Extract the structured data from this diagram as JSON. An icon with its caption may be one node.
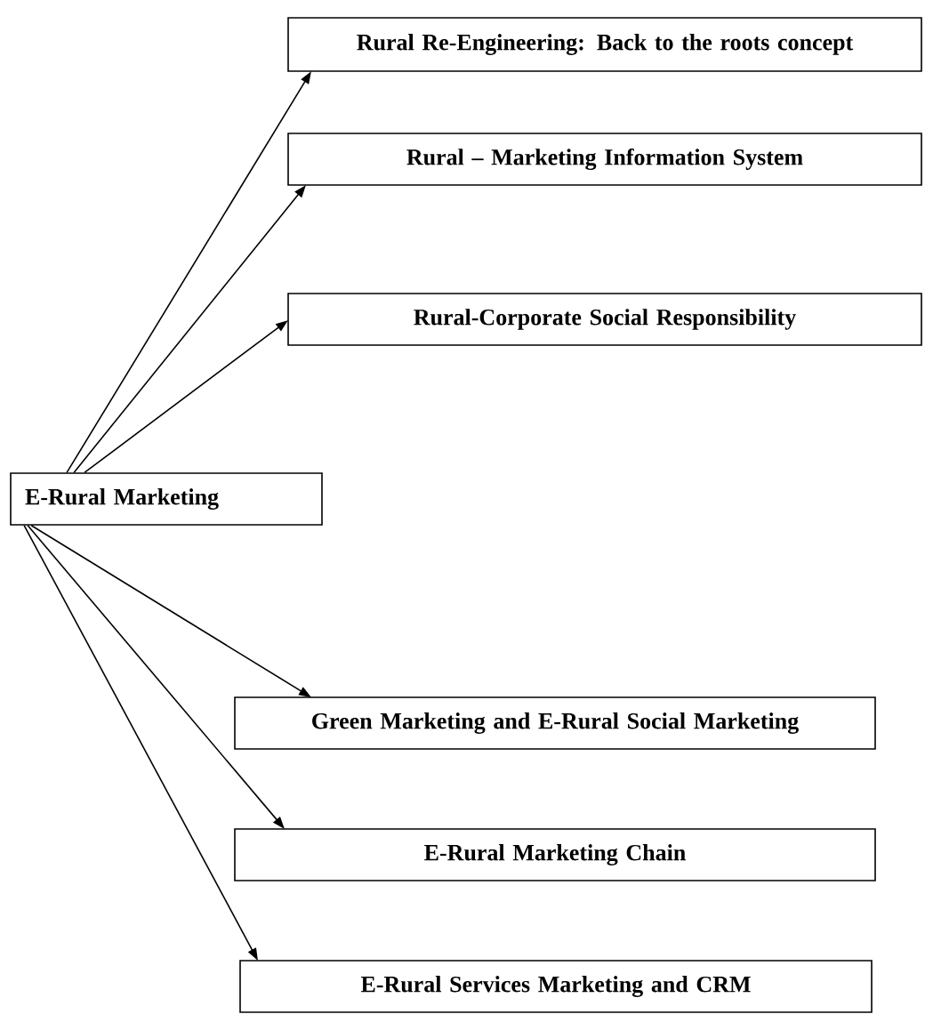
{
  "diagram": {
    "nodes": [
      {
        "text": [
          "E-Rural Marketing"
        ]
      },
      {
        "text": [
          "Rural Re-Engineering: Back to the roots concept"
        ]
      },
      {
        "text": [
          "Rural – Marketing Information System"
        ]
      },
      {
        "text": [
          "Rural-Corporate Social Responsibility"
        ]
      },
      {
        "text": [
          "Green Marketing and E-Rural Social Marketing"
        ]
      },
      {
        "text": [
          "E-Rural Marketing Chain"
        ]
      },
      {
        "text": [
          "E-Rural Services Marketing and CRM"
        ]
      }
    ],
    "edges": [
      {
        "from": 0,
        "to": 1,
        "arrow": "to"
      },
      {
        "from": 0,
        "to": 2,
        "arrow": "to"
      },
      {
        "from": 0,
        "to": 3,
        "arrow": "to"
      },
      {
        "from": 0,
        "to": 4,
        "arrow": "to"
      },
      {
        "from": 0,
        "to": 5,
        "arrow": "to"
      },
      {
        "from": 0,
        "to": 6,
        "arrow": "to"
      }
    ]
  }
}
